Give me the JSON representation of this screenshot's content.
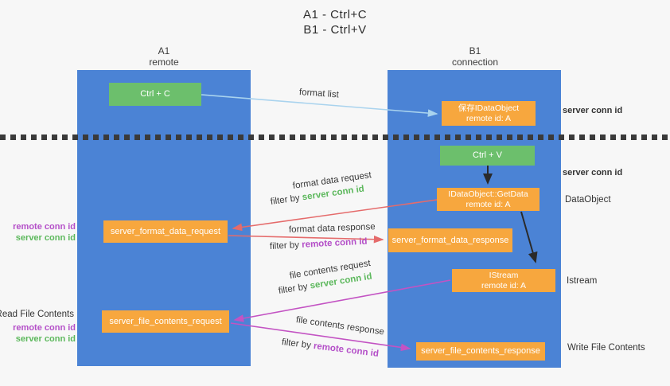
{
  "title": {
    "line1": "A1 - Ctrl+C",
    "line2": "B1 - Ctrl+V"
  },
  "lifelines": {
    "left": {
      "name": "A1",
      "type": "remote"
    },
    "right": {
      "name": "B1",
      "type": "connection"
    }
  },
  "boxes": {
    "ctrl_c": "Ctrl + C",
    "ctrl_v": "Ctrl + V",
    "save_dataobject": {
      "line1": "保存IDataObject",
      "line2": "remote id: A"
    },
    "getdata": {
      "line1": "IDataObject::GetData",
      "line2": "remote id: A"
    },
    "istream": {
      "line1": "IStream",
      "line2": "remote id: A"
    },
    "format_request": "server_format_data_request",
    "format_response": "server_format_data_response",
    "file_request": "server_file_contents_request",
    "file_response": "server_file_contents_response"
  },
  "right_labels": {
    "server_conn_top": "server conn id",
    "server_conn_mid": "server conn id",
    "dataobject": "DataObject",
    "istream": "Istream",
    "write_file": "Write File Contents"
  },
  "left_labels": {
    "remote_conn_top": "remote conn id",
    "server_conn_top": "server conn id",
    "read_file": "Read File Contents",
    "remote_conn_bottom": "remote conn id",
    "server_conn_bottom": "server conn id"
  },
  "arrow_labels": {
    "format_list": "format list",
    "format_data_request": "format data request",
    "filter_by_1": "filter by ",
    "server_conn_1": "server conn id",
    "format_data_response": "format data response",
    "filter_by_2": "filter by ",
    "remote_conn_2": "remote conn id",
    "file_contents_request": "file contents request",
    "filter_by_3": "filter by ",
    "server_conn_3": "server conn id",
    "file_contents_response": "file contents response",
    "filter_by_4": "filter by ",
    "remote_conn_4": "remote conn id"
  },
  "colors": {
    "lifeline_blue": "#4b83d5",
    "action_green": "#6cbf6c",
    "message_orange": "#f7a73e",
    "server_conn_green": "#5cb85c",
    "remote_conn_purple": "#b44fc8",
    "request_arrow_red": "#e56b6b",
    "file_arrow_magenta": "#c353c3",
    "format_list_blue": "#a9d3ee",
    "black_arrow": "#2a2a2a"
  }
}
